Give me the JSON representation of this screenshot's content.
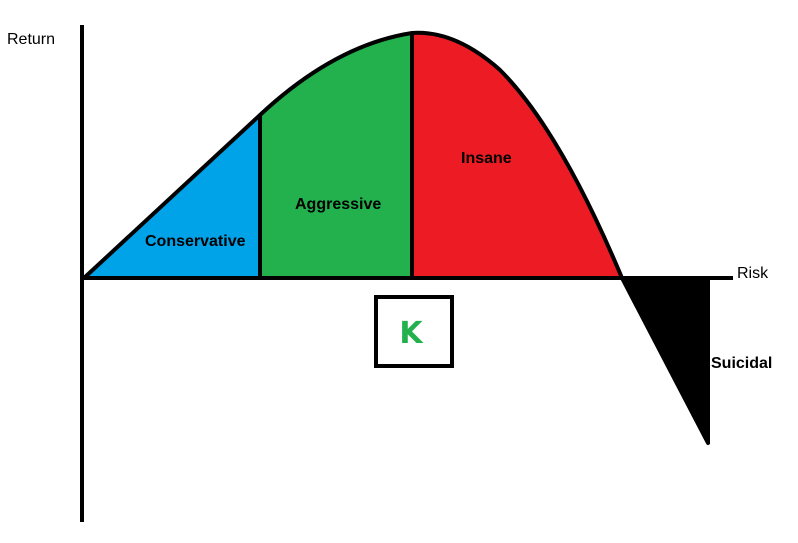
{
  "axes": {
    "y_label": "Return",
    "x_label": "Risk"
  },
  "zones": [
    {
      "name": "conservative",
      "label": "Conservative",
      "color": "#00a2e8"
    },
    {
      "name": "aggressive",
      "label": "Aggressive",
      "color": "#22b14c"
    },
    {
      "name": "insane",
      "label": "Insane",
      "color": "#ed1c24"
    },
    {
      "name": "suicidal",
      "label": "Suicidal",
      "color": "#000000"
    }
  ],
  "logo": {
    "letter": "K",
    "color": "#22b14c"
  }
}
